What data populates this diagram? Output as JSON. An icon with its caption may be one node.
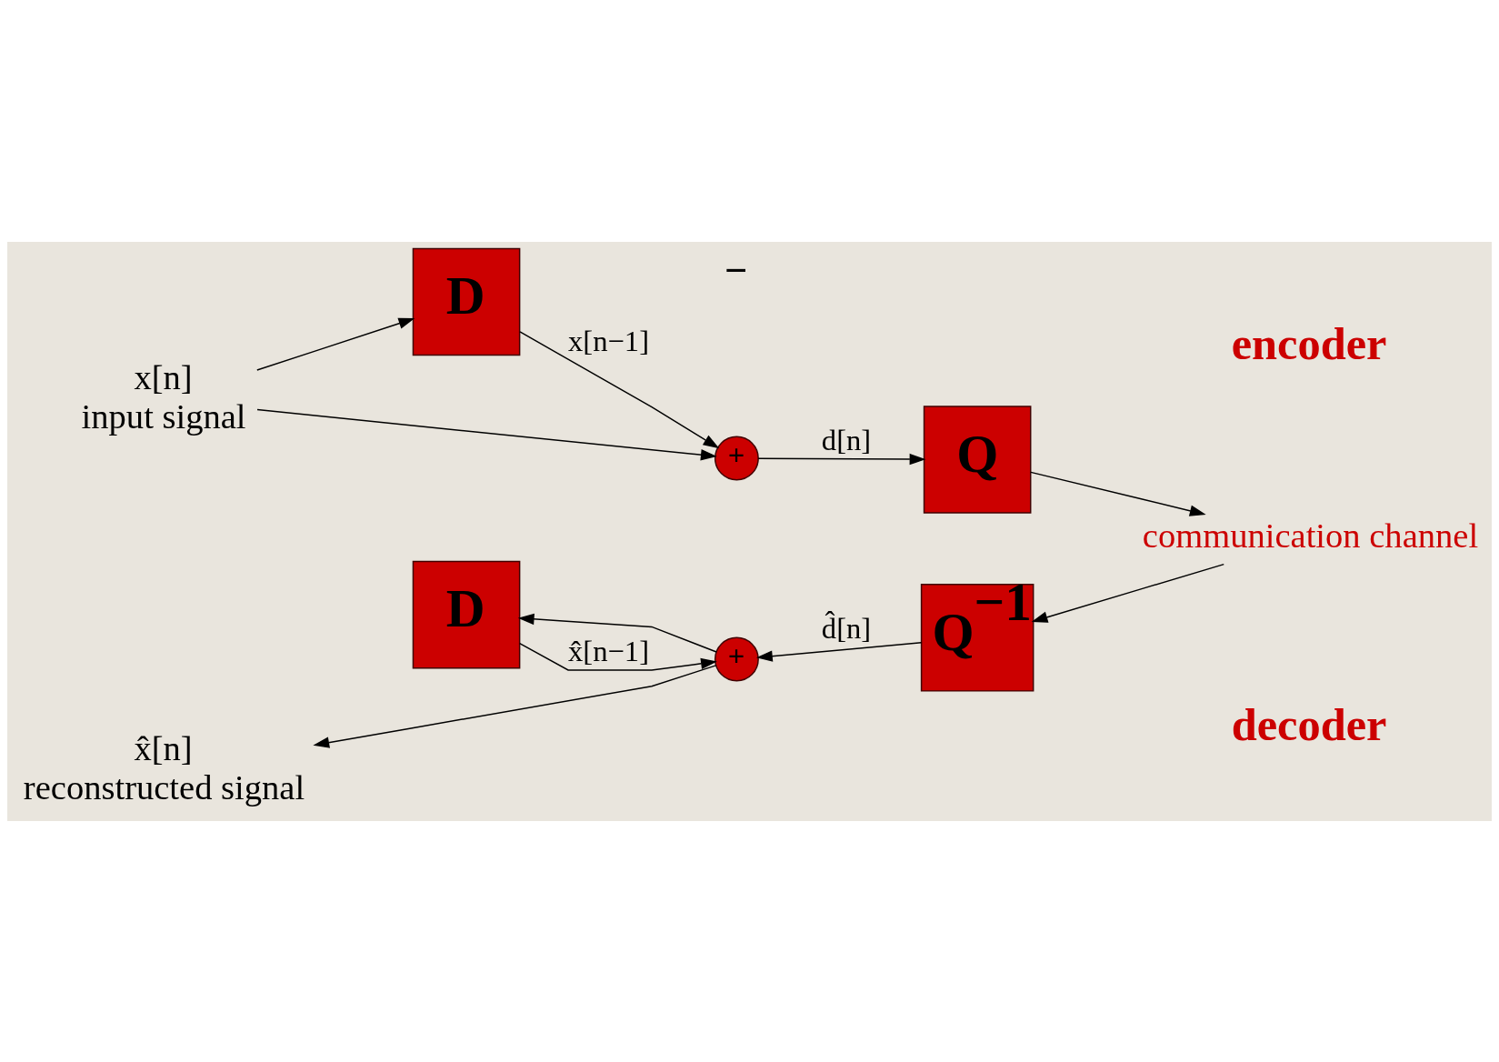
{
  "diagram": {
    "nodes": [
      {
        "text": [
          "x[n]",
          "input signal"
        ]
      },
      {
        "text": [
          "+"
        ]
      },
      {
        "text": [
          "D"
        ]
      },
      {
        "text": [
          "Q"
        ]
      },
      {
        "text": [
          "communication channel"
        ]
      },
      {
        "text": [
          "Q$^{−1}$"
        ]
      },
      {
        "text": [
          "+"
        ]
      },
      {
        "text": [
          "D"
        ]
      },
      {
        "text": [
          "x̂[n]",
          "reconstructed signal"
        ]
      }
    ],
    "edges": [
      {
        "from": 0,
        "to": 1,
        "arrow": "to"
      },
      {
        "from": 0,
        "to": 2,
        "arrow": "to"
      },
      {
        "from": 2,
        "to": 1,
        "arrow": "to",
        "label": "x[n−1]"
      },
      {
        "from": 1,
        "to": 3,
        "arrow": "to",
        "label": "d[n]"
      },
      {
        "from": 3,
        "to": 4,
        "arrow": "to"
      },
      {
        "from": 4,
        "to": 5,
        "arrow": "to"
      },
      {
        "from": 5,
        "to": 6,
        "arrow": "to",
        "label": "d̂[n]"
      },
      {
        "from": 7,
        "to": 6,
        "arrow": "to",
        "label": "x̂[n−1]"
      },
      {
        "from": 6,
        "to": 8,
        "arrow": "to"
      },
      {
        "from": 6,
        "to": 7,
        "arrow": "to"
      }
    ],
    "labels": [
      "−",
      "encoder",
      "decoder"
    ]
  }
}
